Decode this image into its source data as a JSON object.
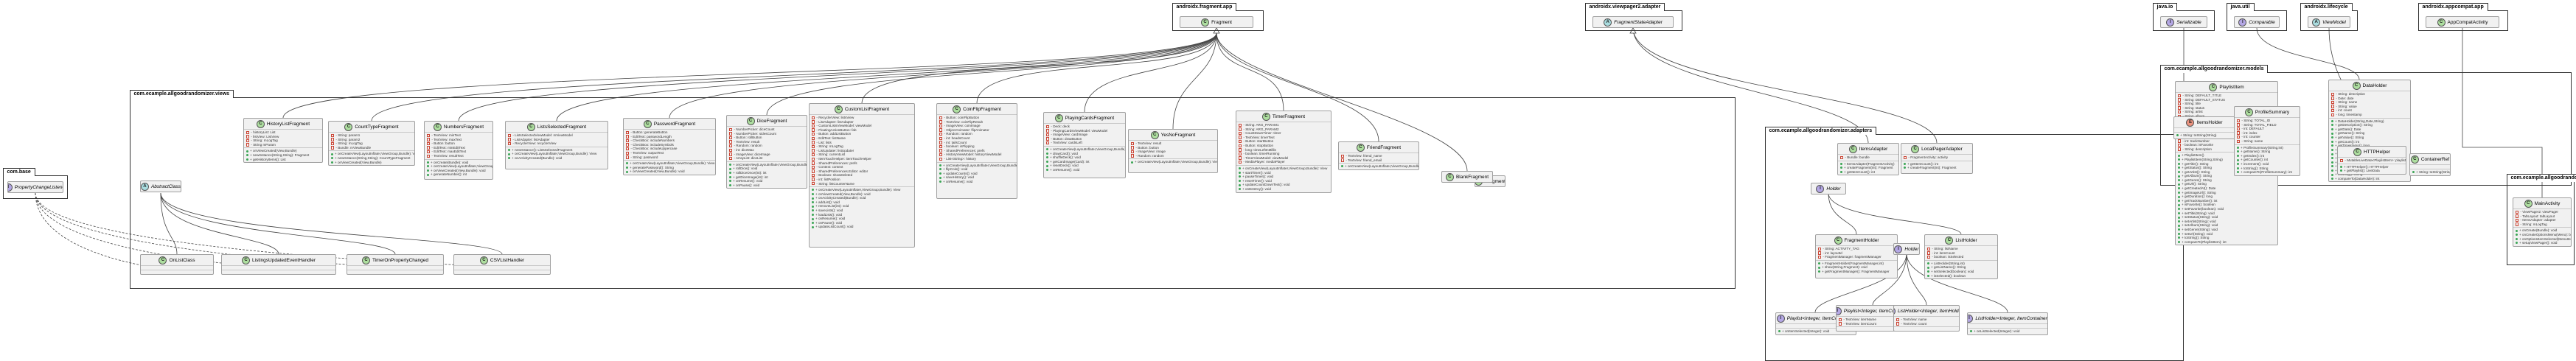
{
  "packages": {
    "android_fragment_app": "androidx.fragment.app",
    "android_viewpager2_adapter": "androidx.viewpager2.adapter",
    "java_io": "java.io",
    "java_util": "java.util",
    "android_lifecycle": "androidx.lifecycle",
    "android_appcompat_app": "androidx.appcompat.app",
    "com_views": "com.ecample.allgoodrandomizer.views",
    "com_base": "com.base",
    "com_adapters": "com.ecample.allgoodrandomizer.adapters",
    "com_models": "com.ecample.allgoodrandomizer.models",
    "com_activities": "com.ecample.allgoodrandomizer"
  },
  "classes": {
    "fragment_ext": {
      "name": "Fragment",
      "kind": "C"
    },
    "fragment_app": {
      "name": "Fragment",
      "kind": "C"
    },
    "fsa": {
      "name": "FragmentStateAdapter",
      "kind": "A"
    },
    "serializable": {
      "name": "Serializable",
      "kind": "I"
    },
    "comparable": {
      "name": "Comparable",
      "kind": "I"
    },
    "viewmodel": {
      "name": "ViewModel",
      "kind": "A"
    },
    "appcompat": {
      "name": "AppCompatActivity",
      "kind": "C"
    },
    "pcl": {
      "name": "PropertyChangeListener",
      "kind": "I"
    },
    "abstractclass": {
      "name": "AbstractClass",
      "kind": "A"
    },
    "onlistclass": {
      "name": "OnListClass",
      "kind": "C"
    },
    "listdatasetchanged": {
      "name": "ListingsUpdatedEventHandler",
      "kind": "C"
    },
    "hintclass": {
      "name": "TimerOnPropertyChanged",
      "kind": "C"
    },
    "csvclass": {
      "name": "CSVListHandler",
      "kind": "C"
    },
    "historylist": {
      "name": "HistoryListFragment",
      "kind": "C",
      "fields": [
        "- historyList: List",
        "- listView: ListView",
        "- String: mLogTag",
        "- String mParam"
      ],
      "methods": [
        "+ onViewCreated(View,Bundle)",
        "+ newInstance(String,String): Fragment",
        "+ getHistoryItems(): List"
      ]
    },
    "counttype": {
      "name": "CountTypeFragment",
      "kind": "C",
      "fields": [
        "- String: param1",
        "- String: param2",
        "- String: mLogTag",
        "- Bundle: mViewBundle"
      ],
      "methods": [
        "+ onCreateView(LayoutInflater,ViewGroup,Bundle): View",
        "+ newInstance(String,String): CountTypeFragment",
        "+ onViewCreated(View,Bundle)"
      ]
    },
    "numbers": {
      "name": "NumbersFragment",
      "kind": "C",
      "fields": [
        "- TextView: minText",
        "- TextView: maxText",
        "- Button: button",
        "- EditText: minEditText",
        "- EditText: maxEditText",
        "- TextView: resultText"
      ],
      "methods": [
        "+ onCreate(Bundle): void",
        "+ onCreateView(LayoutInflater,ViewGroup,Bundle): View",
        "+ onViewCreated(View,Bundle): void",
        "+ generateNumber(): int"
      ]
    },
    "listselected": {
      "name": "ListsSelectedFragment",
      "kind": "C",
      "fields": [
        "- ListsSelectedViewModel: mViewModel",
        "- ListAdapter: listAdapter",
        "- RecyclerView: recyclerView"
      ],
      "methods": [
        "+ newInstance(): ListsSelectedFragment",
        "+ onCreateView(LayoutInflater,ViewGroup,Bundle): View",
        "+ onActivityCreated(Bundle): void"
      ]
    },
    "passgen": {
      "name": "PasswordFragment",
      "kind": "C",
      "fields": [
        "- Button: generateButton",
        "- EditText: passwordLength",
        "- CheckBox: includeNumbers",
        "- CheckBox: includeSymbols",
        "- CheckBox: includeUppercase",
        "- TextView: outputText",
        "- String: password"
      ],
      "methods": [
        "+ onCreateView(LayoutInflater,ViewGroup,Bundle): View",
        "+ generatePassword(): String",
        "+ onViewCreated(View,Bundle): void"
      ]
    },
    "dice": {
      "name": "DiceFragment",
      "kind": "C",
      "fields": [
        "- NumberPicker: diceCount",
        "- NumberPicker: sidesCount",
        "- Button: rollButton",
        "- TextView: result",
        "- Random: random",
        "- int: diceMax",
        "- ImageView: diceImage",
        "- ArrayList: diceList"
      ],
      "methods": [
        "+ onCreateView(LayoutInflater,ViewGroup,Bundle): View",
        "+ rollDice(): void",
        "+ rollDiceOnce(int): int",
        "+ getDiceImage(int): int",
        "+ onResume(): void",
        "+ onPause(): void"
      ]
    },
    "customlist": {
      "name": "CustomListFragment",
      "kind": "C",
      "fields": [
        "- RecyclerView: listsView",
        "- ListAdapter: listAdapter",
        "- CustomListsViewModel: viewModel",
        "- FloatingActionButton: fab",
        "- Button: addListButton",
        "- EditText: listName",
        "- List: lists",
        "- String: mLogTag",
        "- ListUpdater: listUpdater",
        "- String: currentList",
        "- ItemTouchHelper: itemTouchHelper",
        "- SharedPreferences: prefs",
        "- Context: context",
        "- SharedPreferences.Editor: editor",
        "- Boolean: showDeleted",
        "- int: listPosition",
        "- String: listCounterName"
      ],
      "methods": [
        "+ onCreateView(LayoutInflater,ViewGroup,Bundle): View",
        "+ onViewCreated(View,Bundle): void",
        "+ onActivityCreated(Bundle): void",
        "+ addList(): void",
        "+ removeList(int): void",
        "+ saveLists(): void",
        "+ loadLists(): void",
        "+ onResume(): void",
        "+ onPause(): void",
        "+ updateListCount(): void"
      ]
    },
    "coinflip": {
      "name": "CoinFlipFragment",
      "kind": "C",
      "fields": [
        "- Button: coinFlipButton",
        "- TextView: coinFlipResult",
        "- ImageView: coinImage",
        "- ObjectAnimator: flipAnimator",
        "- Random: random",
        "- int: headsCount",
        "- int: tailsCount",
        "- boolean: isFlipping",
        "- SharedPreferences: prefs",
        "- HistoryViewModel: historyViewModel",
        "- List<String>: history"
      ],
      "methods": [
        "+ onCreateView(LayoutInflater,ViewGroup,Bundle): View",
        "+ flipCoin(): void",
        "+ updateCounts(): void",
        "+ saveHistory(): void",
        "+ onResume(): void"
      ]
    },
    "playingcards": {
      "name": "PlayingCardsFragment",
      "kind": "C",
      "fields": [
        "- Deck: deck",
        "- PlayingCardsViewModel: viewModel",
        "- ImageView: cardImage",
        "- Button: drawButton",
        "- TextView: cardsLeft"
      ],
      "methods": [
        "+ onCreateView(LayoutInflater,ViewGroup,Bundle): View",
        "+ drawCard(): void",
        "+ shuffleDeck(): void",
        "+ getCardImage(Card): int",
        "+ resetDeck(): void",
        "+ onResume(): void"
      ]
    },
    "yesno": {
      "name": "YesNoFragment",
      "kind": "C",
      "fields": [
        "- TextView: result",
        "- Button: button",
        "- ImageView: image",
        "- Random: random"
      ],
      "methods": [
        "+ onCreateView(LayoutInflater,ViewGroup,Bundle): View"
      ]
    },
    "timer": {
      "name": "TimerFragment",
      "kind": "C",
      "fields": [
        "- String: ARG_PARAM1",
        "- String: ARG_PARAM2",
        "- CountDownTimer: timer",
        "- TextView: timerText",
        "- Button: startButton",
        "- Button: stopButton",
        "- long: timeLeftInMillis",
        "- boolean: timerRunning",
        "- TimerViewModel: viewModel",
        "- MediaPlayer: mediaPlayer"
      ],
      "methods": [
        "+ onCreateView(LayoutInflater,ViewGroup,Bundle): View",
        "+ startTimer(): void",
        "+ pauseTimer(): void",
        "+ resetTimer(): void",
        "+ updateCountDownText(): void",
        "+ onDestroy(): void"
      ]
    },
    "friend": {
      "name": "FriendFragment",
      "kind": "C",
      "fields": [
        "- TextView: friend_name",
        "- TextView: friend_email"
      ],
      "methods": [
        "+ onCreateView(LayoutInflater,ViewGroup,Bundle): View"
      ]
    },
    "blankfragment": {
      "name": "BlankFragment",
      "kind": "C"
    },
    "itemadapter": {
      "name": "ItemsAdapter",
      "kind": "C",
      "fields": [
        "- Bundle: bundle"
      ],
      "methods": [
        "+ ItemsAdapter(FragmentActivity)",
        "+ createFragment(int): Fragment",
        "+ getItemCount(): int"
      ]
    },
    "listadapter": {
      "name": "LocalPagerAdapter",
      "kind": "C",
      "fields": [
        "- FragmentActivity: activity"
      ],
      "methods": [
        "+ getItemCount(): int",
        "+ createFragment(int): Fragment"
      ]
    },
    "itemholder": {
      "name": "Holder",
      "kind": "I"
    },
    "fragholder": {
      "name": "FragmentHolder",
      "kind": "C",
      "fields": [
        "- String: ACTIVITY_TAG",
        "- int: layoutId",
        "- FragmentManager: fragmentManager"
      ],
      "methods": [
        "+ FragmentHolder(FragmentManager,int)",
        "+ show(String,Fragment): void",
        "+ getFragmentManager(): FragmentManager"
      ]
    },
    "listholder": {
      "name": "ListHolder",
      "kind": "C",
      "fields": [
        "- String: listName",
        "- int: itemCount",
        "- boolean: isSelected"
      ],
      "methods": [
        "+ ListHolder(String,int)",
        "+ getListName(): String",
        "+ setSelected(boolean): void",
        "+ isSelected(): boolean"
      ]
    },
    "recyclerholder": {
      "name": "Holder",
      "kind": "I"
    },
    "viewholder1": {
      "name": "Playlist<Integer, ItemContainer>",
      "kind": "I",
      "fields": [],
      "methods": [
        "+ onItemSelected(Integer): void"
      ]
    },
    "viewholder2": {
      "name": "Playlist<Integer, ItemContainer>",
      "kind": "I",
      "fields": [
        "- TextView: itemName",
        "- TextView: itemCount"
      ],
      "methods": []
    },
    "viewholder3": {
      "name": "ListHolder<Integer, ItemHolder>",
      "kind": "I",
      "fields": [
        "- TextView: name",
        "- TextView: count"
      ],
      "methods": []
    },
    "viewholder4": {
      "name": "ListHolder<Integer, ItemContainer>",
      "kind": "I",
      "fields": [],
      "methods": [
        "+ onListSelected(Integer): void"
      ]
    },
    "playlist": {
      "name": "PlaylistItem",
      "kind": "C",
      "fields": [
        "- String: DEFAULT_TITLE",
        "- String: DEFAULT_STATUS",
        "- String: title",
        "- String: status",
        "- String: artist",
        "- String: album",
        "- String: genre",
        "- String: url",
        "- Date: createdAt",
        "- String: imageUrl",
        "- long: duration",
        "- int: trackNumber",
        "- boolean: isFavorite",
        "- String: description"
      ],
      "methods": [
        "+ PlaylistItem()",
        "+ PlaylistItem(String,String)",
        "+ getTitle(): String",
        "+ getStatus(): String",
        "+ getArtist(): String",
        "+ getAlbum(): String",
        "+ getGenre(): String",
        "+ getUrl(): String",
        "+ getCreatedAt(): Date",
        "+ getImageUrl(): String",
        "+ getDuration(): long",
        "+ getTrackNumber(): int",
        "+ isFavorite(): boolean",
        "+ setFavorite(boolean): void",
        "+ setTitle(String): void",
        "+ setStatus(String): void",
        "+ setArtist(String): void",
        "+ setAlbum(String): void",
        "+ setGenre(String): void",
        "+ setUrl(String): void",
        "+ toString(): String",
        "+ compareTo(PlaylistItem): int"
      ]
    },
    "itemsholder": {
      "name": "ItemsHolder",
      "kind": "E",
      "fields": [],
      "methods": [
        "+ String: toString(String)"
      ]
    },
    "profilesummary": {
      "name": "ProfileSummary",
      "kind": "C",
      "fields": [
        "- String: TOTAL_ID",
        "- String: TOTAL_FIELD",
        "- int: DEFAULT",
        "- int: index",
        "- int: counter",
        "- String: name"
      ],
      "methods": [
        "+ ProfileSummary(String,int)",
        "+ getName(): String",
        "+ getIndex(): int",
        "+ getCounter(): int",
        "+ increment(): void",
        "+ toString(): String",
        "+ compareTo(ProfileSummary): int"
      ]
    },
    "dataholder": {
      "name": "DataHolder",
      "kind": "C",
      "fields": [
        "- String: description",
        "- Date: date",
        "- String: name",
        "- String: value",
        "- int: count",
        "- long: timestamp"
      ],
      "methods": [
        "+ DataHolder(String,Date,String)",
        "+ getDescription(): String",
        "+ getDate(): Date",
        "+ getName(): String",
        "+ getValue(): String",
        "+ getCount(): int",
        "+ getTimestamp(): long",
        "+ setDescription(String): void",
        "+ setDate(Date): void",
        "+ setName(String): void",
        "+ setValue(String): void",
        "+ setCount(int): void",
        "+ setTimestamp(long): void",
        "+ toString(): String",
        "+ compareTo(DataHolder): int"
      ]
    },
    "httphelper": {
      "name": "HTTPHelper",
      "kind": "C",
      "fields": [
        "- MutableLiveData<PlaylistItem>: playlist"
      ],
      "methods": [
        "+ HTTPHelper(): HTTPHelper",
        "+ getPlaylist(): LiveData"
      ]
    },
    "containerref": {
      "name": "ContainerRef",
      "kind": "C",
      "fields": [],
      "methods": [
        "+ String: toString(String)"
      ]
    },
    "mainactivity": {
      "name": "MainActivity",
      "kind": "C",
      "fields": [
        "- ViewPager2: viewPager",
        "- TabLayout: tabLayout",
        "- ItemsAdapter: adapter",
        "- String: mLogTag"
      ],
      "methods": [
        "+ onCreate(Bundle): void",
        "+ onCreateOptionsMenu(Menu): boolean",
        "+ onOptionsItemSelected(MenuItem): boolean",
        "+ setupViewPager(): void"
      ]
    }
  }
}
